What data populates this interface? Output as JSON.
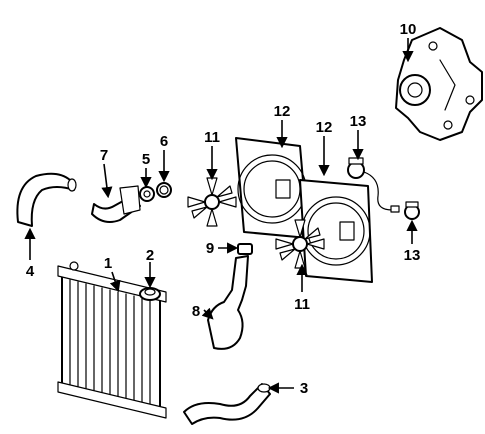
{
  "callouts": [
    {
      "id": "c1",
      "label": "1"
    },
    {
      "id": "c2",
      "label": "2"
    },
    {
      "id": "c3",
      "label": "3"
    },
    {
      "id": "c4",
      "label": "4"
    },
    {
      "id": "c5",
      "label": "5"
    },
    {
      "id": "c6",
      "label": "6"
    },
    {
      "id": "c7",
      "label": "7"
    },
    {
      "id": "c8",
      "label": "8"
    },
    {
      "id": "c9",
      "label": "9"
    },
    {
      "id": "c10",
      "label": "10"
    },
    {
      "id": "c11a",
      "label": "11"
    },
    {
      "id": "c11b",
      "label": "11"
    },
    {
      "id": "c12a",
      "label": "12"
    },
    {
      "id": "c12b",
      "label": "12"
    },
    {
      "id": "c13a",
      "label": "13"
    },
    {
      "id": "c13b",
      "label": "13"
    }
  ]
}
